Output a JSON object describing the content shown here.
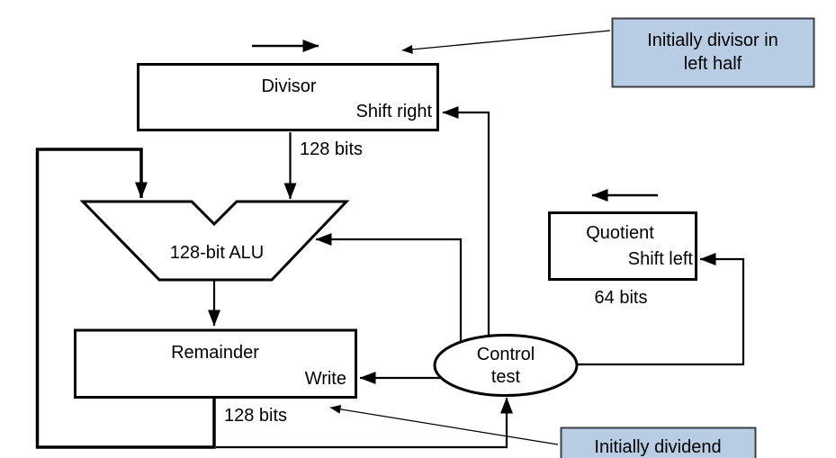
{
  "diagram": {
    "colors": {
      "background": "#ffffff",
      "line": "#000000",
      "callout_fill": "#b8cce4",
      "callout_border": "#3f3f3f",
      "text": "#000000"
    },
    "divisor": {
      "label": "Divisor",
      "action": "Shift right",
      "width": "128 bits"
    },
    "alu": {
      "label": "128-bit ALU"
    },
    "remainder": {
      "label": "Remainder",
      "action": "Write",
      "width": "128 bits"
    },
    "quotient": {
      "label": "Quotient",
      "action": "Shift left",
      "width": "64 bits"
    },
    "control": {
      "line1": "Control",
      "line2": "test"
    },
    "callouts": {
      "divisor_note": {
        "line1": "Initially divisor in",
        "line2": "left half"
      },
      "dividend_note": {
        "line1": "Initially dividend"
      }
    }
  }
}
